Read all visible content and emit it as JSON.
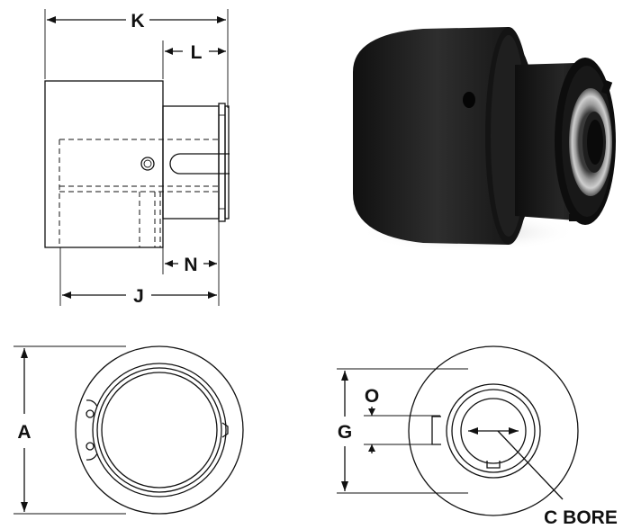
{
  "labels": {
    "k": "K",
    "l": "L",
    "n": "N",
    "j": "J",
    "a": "A",
    "g": "G",
    "o": "O",
    "c_bore": "C BORE"
  },
  "colors": {
    "line": "#111111",
    "body_dark": "#1b1b1b",
    "body_mid": "#2c2c2c",
    "bearing_metal": "#8a8a8a",
    "background": "#ffffff"
  }
}
